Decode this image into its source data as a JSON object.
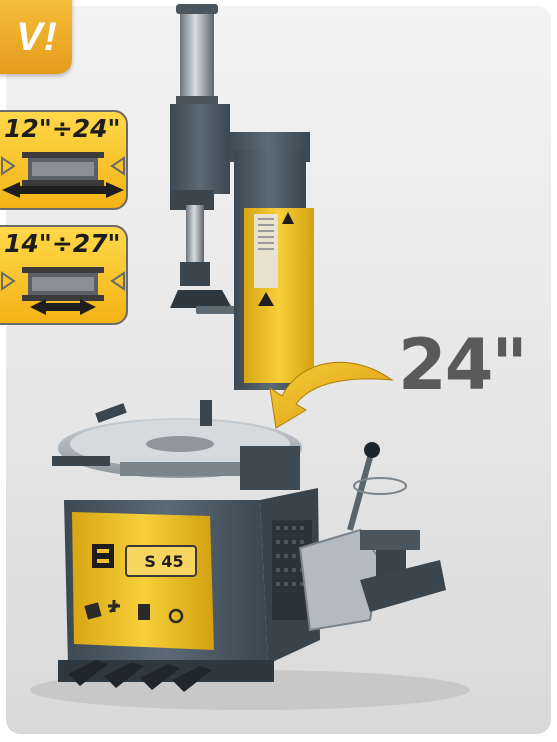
{
  "badge_new": {
    "text": "V!"
  },
  "badge_small": {
    "range": "12\"÷24\""
  },
  "badge_large": {
    "range": "14\"÷27\""
  },
  "rim_size": {
    "text": "24\""
  },
  "machine": {
    "model_label": "S 45"
  },
  "colors": {
    "yellow": "#f3c12b",
    "body_grey": "#4b5a66",
    "badge_orange": "#e9a020",
    "arrow_yellow": "#f0b820"
  }
}
